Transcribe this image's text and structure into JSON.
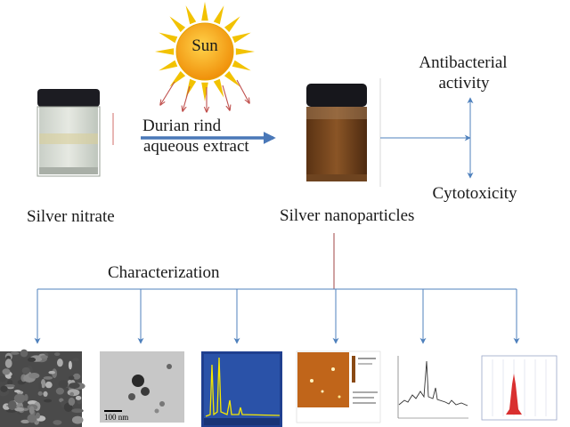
{
  "sun": {
    "label": "Sun",
    "ray_color": "#f2c200",
    "body_color": "#f59a0c"
  },
  "extract": {
    "line1": "Durian rind",
    "line2": "aqueous extract"
  },
  "reactant": {
    "label": "Silver nitrate"
  },
  "product": {
    "label": "Silver nanoparticles"
  },
  "applications": {
    "line1": "Antibacterial",
    "line2": "activity",
    "other": "Cytotoxicity"
  },
  "characterization": {
    "label": "Characterization"
  },
  "panels": {
    "tem_scale": "100 nm"
  },
  "colors": {
    "arrow_main": "#4a78b8",
    "connector": "#4f81bd",
    "red_line": "#c0504d"
  }
}
